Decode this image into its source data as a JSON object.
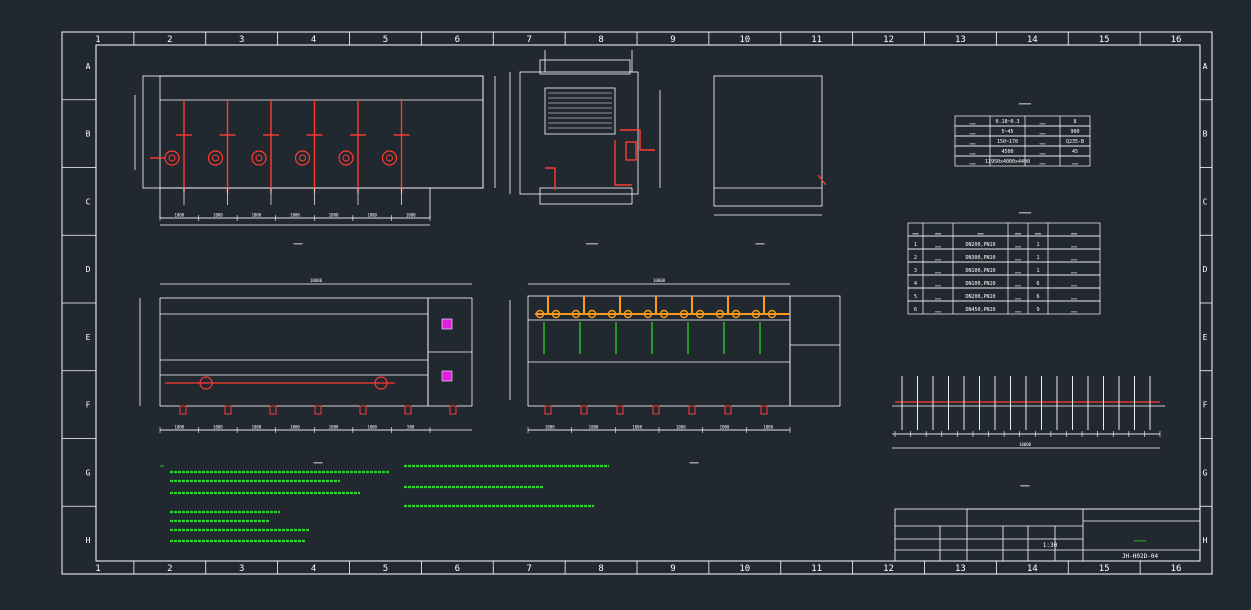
{
  "frame": {
    "columns": [
      "1",
      "2",
      "3",
      "4",
      "5",
      "6",
      "7",
      "8",
      "9",
      "10",
      "11",
      "12",
      "13",
      "14",
      "15",
      "16"
    ],
    "rows": [
      "A",
      "B",
      "C",
      "D",
      "E",
      "F",
      "G",
      "H"
    ]
  },
  "colors": {
    "background": "#212830",
    "line": "#ffffff",
    "pipe": "#ff3b30",
    "valve_orange": "#ff9a1a",
    "green": "#2ad42a",
    "magenta": "#e01ee0"
  },
  "views": {
    "front_dims": [
      "1000",
      "1000",
      "1000",
      "1000",
      "1000",
      "1000",
      "1000"
    ],
    "top_dims": [
      "1000",
      "1000",
      "1000",
      "1000",
      "1000",
      "1000",
      "500"
    ],
    "section_dims": [
      "1000",
      "1000",
      "1000",
      "1000",
      "1000",
      "1000"
    ],
    "top_overall": "10000",
    "section_overall": "10000",
    "nozzle_overall": "10000"
  },
  "params_table": {
    "rows": [
      [
        "",
        "0.18~0.3",
        "",
        "8"
      ],
      [
        "",
        "5~45",
        "",
        "900"
      ],
      [
        "",
        "150~170",
        "",
        "Q235-B"
      ],
      [
        "",
        "4500",
        "",
        "45"
      ],
      [
        "",
        "11950x4000x4400",
        "",
        ""
      ]
    ]
  },
  "nozzle_table": {
    "rows": [
      [
        "1",
        "",
        "DN200,PN10",
        "",
        "1",
        ""
      ],
      [
        "2",
        "",
        "DN300,PN10",
        "",
        "1",
        ""
      ],
      [
        "3",
        "",
        "DN100,PN10",
        "",
        "1",
        ""
      ],
      [
        "4",
        "",
        "DN100,PN10",
        "",
        "6",
        ""
      ],
      [
        "5",
        "",
        "DN200,PN10",
        "",
        "6",
        ""
      ],
      [
        "6",
        "",
        "DN450,PN10",
        "",
        "9",
        ""
      ]
    ]
  },
  "title_block": {
    "scale": "1:30",
    "drawing_no": "JH-H02D-04"
  }
}
